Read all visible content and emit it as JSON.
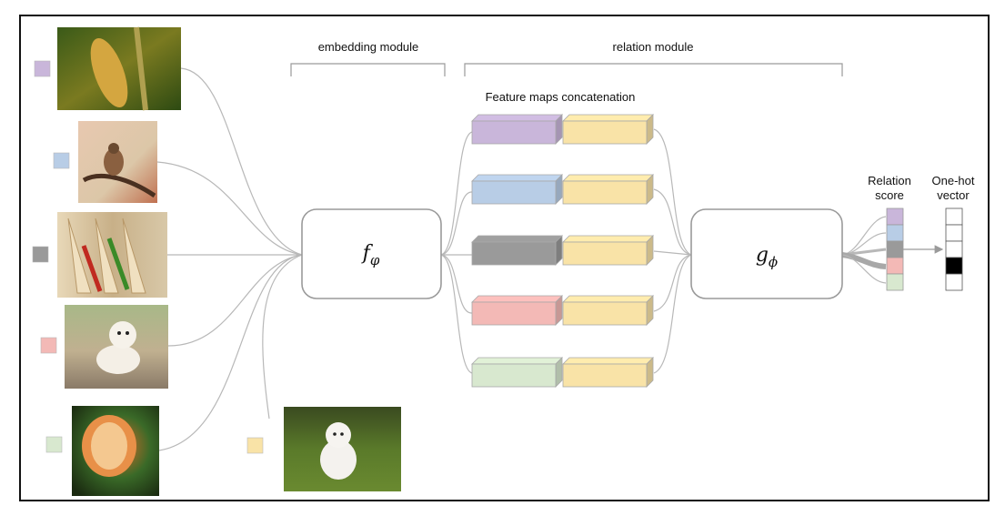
{
  "labels": {
    "embedding_module": "embedding module",
    "relation_module": "relation module",
    "concat_title": "Feature maps concatenation",
    "relation_score_line1": "Relation",
    "relation_score_line2": "score",
    "onehot_line1": "One-hot",
    "onehot_line2": "vector"
  },
  "functions": {
    "f_main": "f",
    "f_sub": "φ",
    "g_main": "g",
    "g_sub": "ϕ"
  },
  "support_images": [
    {
      "subject": "corn cob",
      "class_color": "#c9b6da"
    },
    {
      "subject": "sparrow on branch",
      "class_color": "#b8cde6"
    },
    {
      "subject": "sandwiches",
      "class_color": "#9a9a9a"
    },
    {
      "subject": "puppy on wooden deck",
      "class_color": "#f3b9b6"
    },
    {
      "subject": "discus fish",
      "class_color": "#d8e8cf"
    }
  ],
  "query_image": {
    "subject": "white puppy on grass",
    "class_color": "#f9e3a7"
  },
  "feature_pairs": [
    {
      "support_color": "#c9b6da",
      "query_color": "#f9e3a7"
    },
    {
      "support_color": "#b8cde6",
      "query_color": "#f9e3a7"
    },
    {
      "support_color": "#9a9a9a",
      "query_color": "#f9e3a7"
    },
    {
      "support_color": "#f3b9b6",
      "query_color": "#f9e3a7"
    },
    {
      "support_color": "#d8e8cf",
      "query_color": "#f9e3a7"
    }
  ],
  "relation_scores": [
    "#c9b6da",
    "#b8cde6",
    "#9a9a9a",
    "#f3b9b6",
    "#d8e8cf"
  ],
  "onehot_vector": [
    0,
    0,
    0,
    1,
    0
  ]
}
